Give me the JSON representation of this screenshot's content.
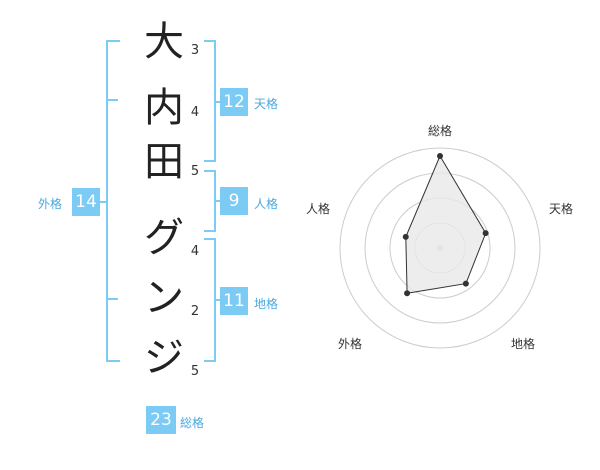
{
  "name": {
    "chars": [
      "大",
      "内",
      "田",
      "グ",
      "ン",
      "ジ"
    ],
    "strokes": [
      "3",
      "4",
      "5",
      "4",
      "2",
      "5"
    ]
  },
  "fortunes": {
    "tenkaku": {
      "value": "12",
      "label": "天格"
    },
    "jinkaku": {
      "value": "9",
      "label": "人格"
    },
    "chikaku": {
      "value": "11",
      "label": "地格"
    },
    "gaikaku": {
      "value": "14",
      "label": "外格"
    },
    "soukaku": {
      "value": "23",
      "label": "総格"
    }
  },
  "chart_data": {
    "type": "radar",
    "axes": [
      "総格",
      "天格",
      "地格",
      "外格",
      "人格"
    ],
    "values": [
      23,
      12,
      11,
      14,
      9
    ],
    "rings": 4,
    "colors": {
      "accent": "#7ccbf5",
      "grid": "#cccccc",
      "line": "#333333",
      "fill": "#e8e8e8"
    }
  }
}
